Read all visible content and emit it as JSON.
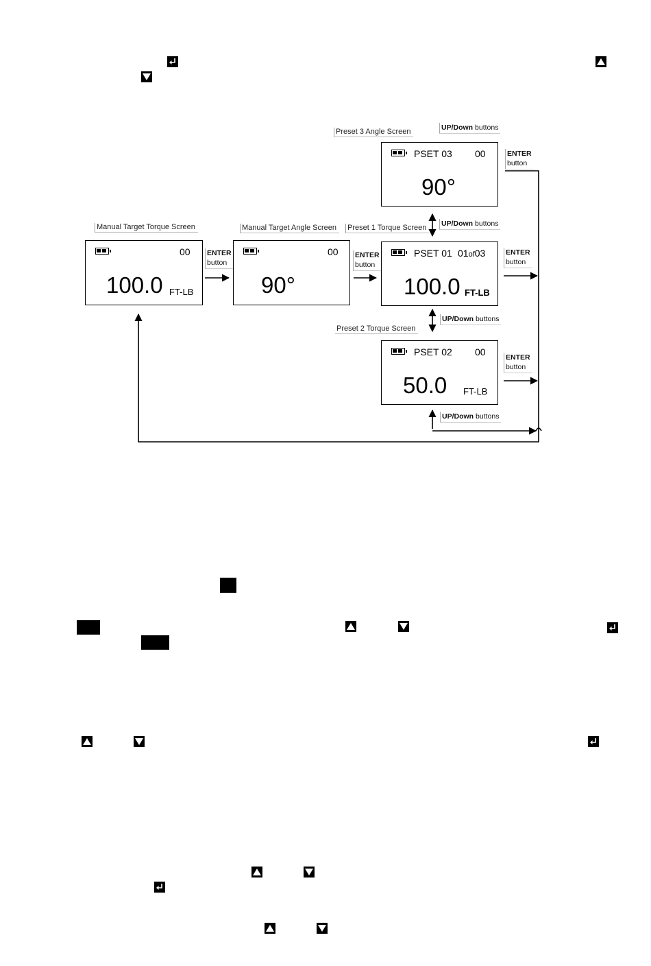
{
  "screens": {
    "manual_torque": {
      "caption": "Manual Target Torque Screen",
      "count": "00",
      "value": "100.0",
      "unit": "FT-LB"
    },
    "manual_angle": {
      "caption": "Manual Target Angle Screen",
      "count": "00",
      "value": "90°"
    },
    "preset1": {
      "caption": "Preset 1 Torque Screen",
      "name": "PSET 01",
      "count_a": "01",
      "count_of": "of",
      "count_b": "03",
      "value": "100.0",
      "unit": "FT-LB"
    },
    "preset2": {
      "caption": "Preset 2 Torque Screen",
      "name": "PSET 02",
      "count": "00",
      "value": "50.0",
      "unit": "FT-LB"
    },
    "preset3": {
      "caption": "Preset 3 Angle Screen",
      "name": "PSET 03",
      "count": "00",
      "value": "90°"
    }
  },
  "labels": {
    "enter": "ENTER",
    "button": "button",
    "updown_bold": "UP/Down",
    "buttons": "buttons"
  },
  "icons": {
    "enter": "enter-return-icon",
    "up": "up-arrow-icon",
    "down": "down-arrow-icon",
    "battery": "battery-icon"
  }
}
